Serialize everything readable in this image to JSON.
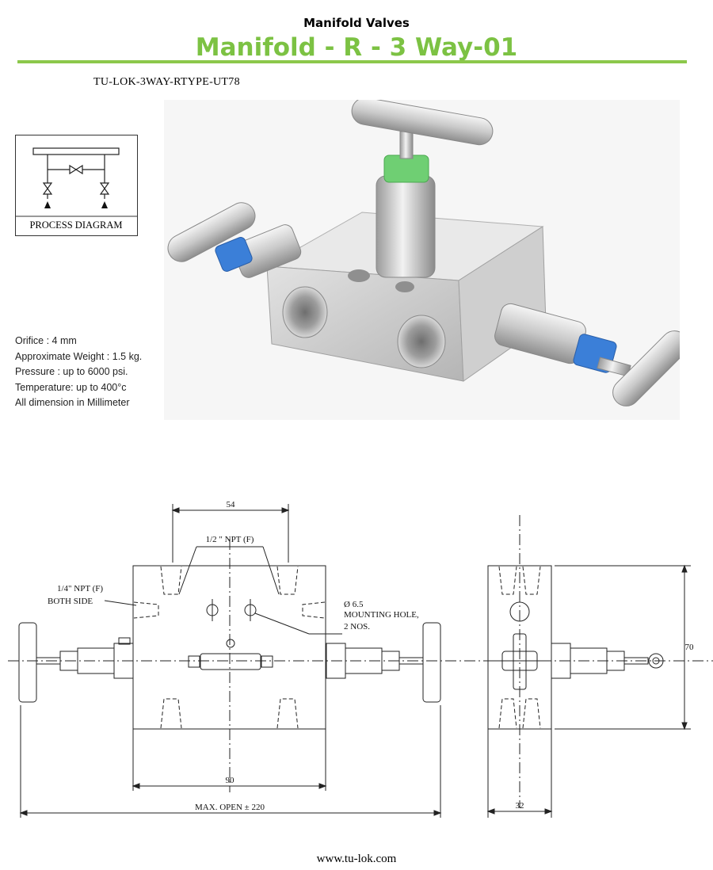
{
  "header": {
    "category": "Manifold Valves",
    "title": "Manifold - R - 3 Way-01",
    "accent_color": "#7cc243"
  },
  "part_number": "TU-LOK-3WAY-RTYPE-UT78",
  "process_diagram": {
    "label": "PROCESS DIAGRAM"
  },
  "specs": [
    "Orifice : 4 mm",
    "Approximate Weight : 1.5 kg.",
    "Pressure : up to 6000 psi.",
    "Temperature: up to 400°c",
    "All dimension in Millimeter"
  ],
  "drawing": {
    "dim_top": "54",
    "npt_half": "1/2 \" NPT (F)",
    "npt_quarter": "1/4\" NPT (F)",
    "both_side": "BOTH SIDE",
    "hole_dia": "Ø 6.5",
    "mounting_hole": "MOUNTING HOLE,",
    "nos": "2 NOS.",
    "dim_body": "90",
    "dim_max_open": "MAX. OPEN ± 220",
    "dim_side_height": "70",
    "dim_side_width": "32"
  },
  "footer": {
    "website": "www.tu-lok.com"
  }
}
